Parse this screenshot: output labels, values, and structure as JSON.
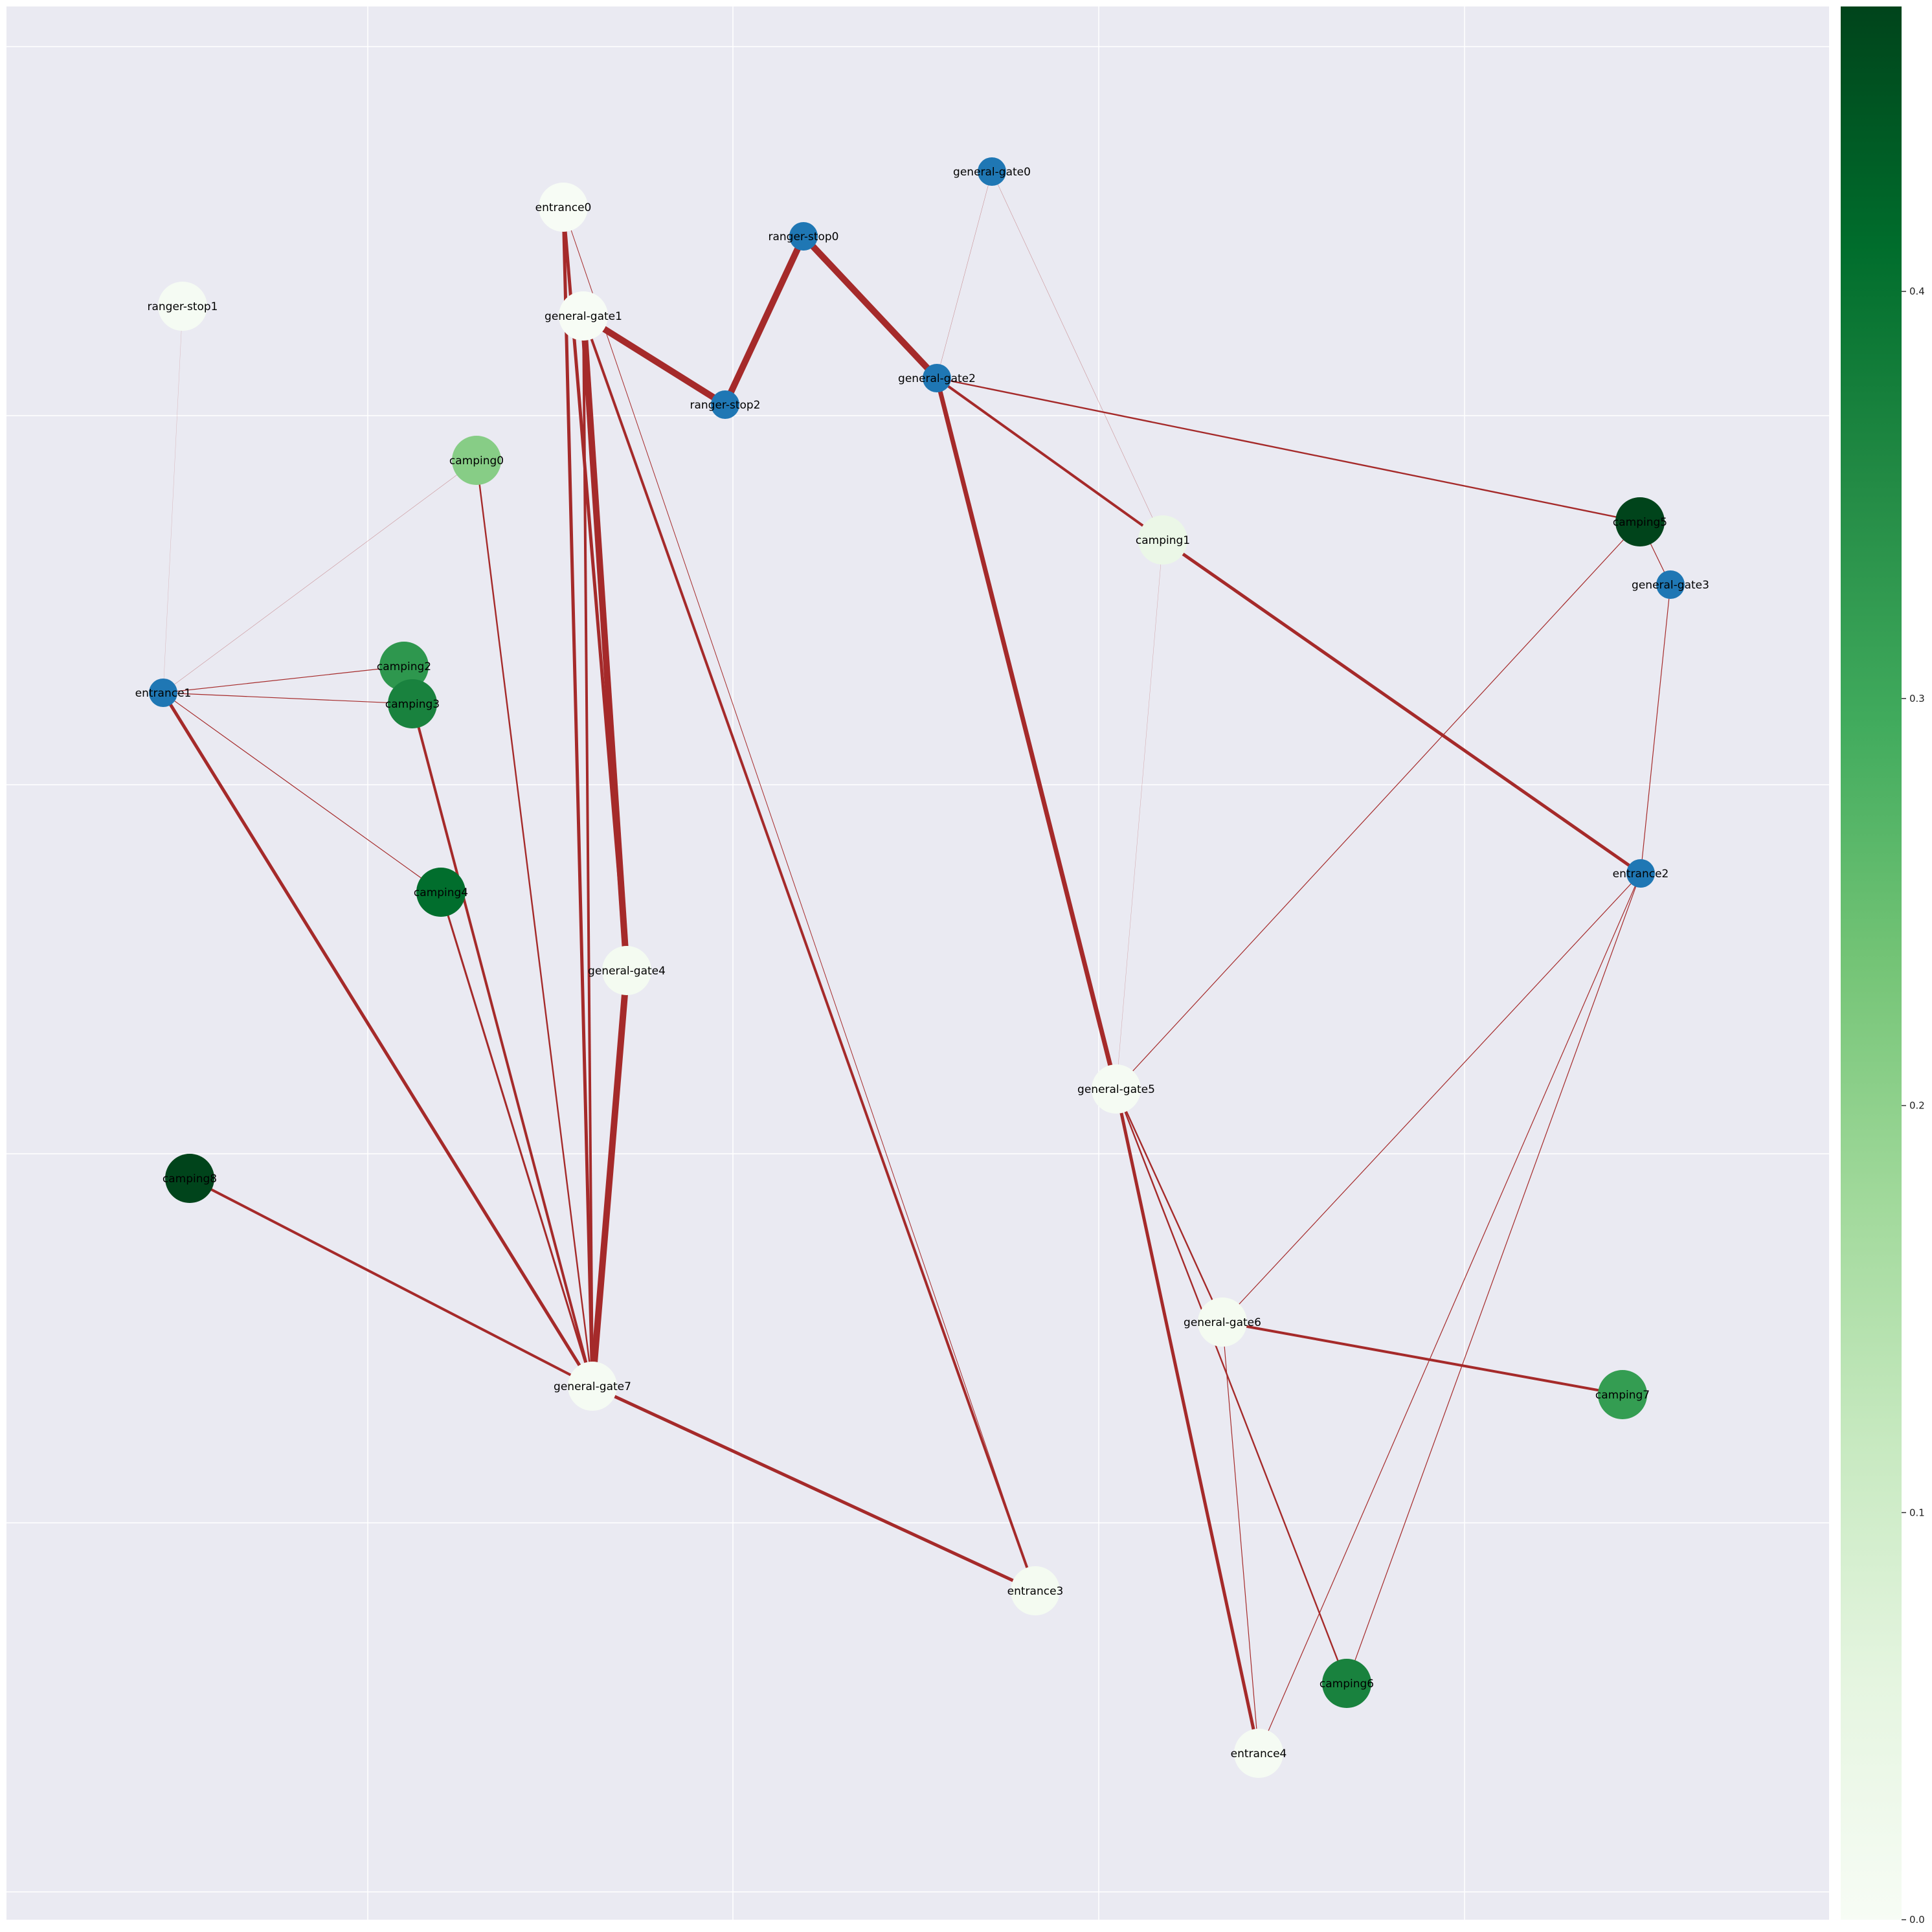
{
  "colors": {
    "background": "#eaeaf2",
    "grid": "#ffffff",
    "edge": "#a52a2a",
    "blue_node": "#1f77b4"
  },
  "graph": {
    "nodes": [
      {
        "id": "entrance0",
        "label": "entrance0",
        "value": 0.0
      },
      {
        "id": "ranger-stop1",
        "label": "ranger-stop1",
        "value": 0.005
      },
      {
        "id": "general-gate1",
        "label": "general-gate1",
        "value": 0.0
      },
      {
        "id": "general-gate0",
        "label": "general-gate0",
        "blue": true
      },
      {
        "id": "ranger-stop0",
        "label": "ranger-stop0",
        "blue": true
      },
      {
        "id": "ranger-stop2",
        "label": "ranger-stop2",
        "blue": true
      },
      {
        "id": "general-gate2",
        "label": "general-gate2",
        "blue": true
      },
      {
        "id": "camping0",
        "label": "camping0",
        "value": 0.21
      },
      {
        "id": "camping1",
        "label": "camping1",
        "value": 0.04
      },
      {
        "id": "camping5",
        "label": "camping5",
        "value": 0.47
      },
      {
        "id": "general-gate3",
        "label": "general-gate3",
        "blue": true
      },
      {
        "id": "entrance1",
        "label": "entrance1",
        "blue": true
      },
      {
        "id": "camping2",
        "label": "camping2",
        "value": 0.33
      },
      {
        "id": "camping3",
        "label": "camping3",
        "value": 0.37
      },
      {
        "id": "entrance2",
        "label": "entrance2",
        "blue": true
      },
      {
        "id": "camping4",
        "label": "camping4",
        "value": 0.41
      },
      {
        "id": "general-gate4",
        "label": "general-gate4",
        "value": 0.01
      },
      {
        "id": "general-gate5",
        "label": "general-gate5",
        "value": 0.005
      },
      {
        "id": "camping8",
        "label": "camping8",
        "value": 0.47
      },
      {
        "id": "general-gate6",
        "label": "general-gate6",
        "value": 0.01
      },
      {
        "id": "camping7",
        "label": "camping7",
        "value": 0.32
      },
      {
        "id": "general-gate7",
        "label": "general-gate7",
        "value": 0.005
      },
      {
        "id": "entrance3",
        "label": "entrance3",
        "value": 0.01
      },
      {
        "id": "camping6",
        "label": "camping6",
        "value": 0.37
      },
      {
        "id": "entrance4",
        "label": "entrance4",
        "value": 0.005
      }
    ],
    "edges": [
      {
        "source": "general-gate1",
        "target": "ranger-stop2",
        "weight": 5
      },
      {
        "source": "ranger-stop2",
        "target": "ranger-stop0",
        "weight": 5
      },
      {
        "source": "ranger-stop0",
        "target": "general-gate2",
        "weight": 5
      },
      {
        "source": "general-gate1",
        "target": "general-gate4",
        "weight": 5
      },
      {
        "source": "general-gate4",
        "target": "general-gate7",
        "weight": 5
      },
      {
        "source": "entrance0",
        "target": "general-gate4",
        "weight": 2.5
      },
      {
        "source": "entrance0",
        "target": "general-gate7",
        "weight": 2.5
      },
      {
        "source": "general-gate1",
        "target": "general-gate7",
        "weight": 2
      },
      {
        "source": "general-gate1",
        "target": "entrance3",
        "weight": 2
      },
      {
        "source": "entrance0",
        "target": "entrance3",
        "weight": 0.5
      },
      {
        "source": "general-gate2",
        "target": "general-gate5",
        "weight": 3.5
      },
      {
        "source": "general-gate2",
        "target": "camping1",
        "weight": 2
      },
      {
        "source": "general-gate2",
        "target": "camping5",
        "weight": 1.2
      },
      {
        "source": "general-gate0",
        "target": "general-gate2",
        "weight": 0.3
      },
      {
        "source": "general-gate0",
        "target": "camping1",
        "weight": 0.3
      },
      {
        "source": "camping1",
        "target": "entrance2",
        "weight": 2.5
      },
      {
        "source": "camping1",
        "target": "general-gate5",
        "weight": 0.2
      },
      {
        "source": "camping5",
        "target": "general-gate3",
        "weight": 0.6
      },
      {
        "source": "camping5",
        "target": "general-gate5",
        "weight": 0.6
      },
      {
        "source": "general-gate3",
        "target": "entrance2",
        "weight": 0.6
      },
      {
        "source": "entrance2",
        "target": "general-gate6",
        "weight": 0.6
      },
      {
        "source": "entrance2",
        "target": "camping6",
        "weight": 0.6
      },
      {
        "source": "entrance2",
        "target": "entrance4",
        "weight": 0.6
      },
      {
        "source": "ranger-stop1",
        "target": "entrance1",
        "weight": 0.15
      },
      {
        "source": "entrance1",
        "target": "camping0",
        "weight": 0.3
      },
      {
        "source": "entrance1",
        "target": "camping2",
        "weight": 0.6
      },
      {
        "source": "entrance1",
        "target": "camping3",
        "weight": 0.6
      },
      {
        "source": "entrance1",
        "target": "camping4",
        "weight": 0.6
      },
      {
        "source": "entrance1",
        "target": "general-gate7",
        "weight": 2.5
      },
      {
        "source": "camping0",
        "target": "general-gate7",
        "weight": 1.2
      },
      {
        "source": "camping3",
        "target": "general-gate7",
        "weight": 2
      },
      {
        "source": "camping4",
        "target": "general-gate7",
        "weight": 1.5
      },
      {
        "source": "camping8",
        "target": "general-gate7",
        "weight": 2
      },
      {
        "source": "general-gate7",
        "target": "entrance3",
        "weight": 2.5
      },
      {
        "source": "general-gate5",
        "target": "entrance4",
        "weight": 2.5
      },
      {
        "source": "general-gate5",
        "target": "general-gate6",
        "weight": 1.2
      },
      {
        "source": "general-gate5",
        "target": "camping6",
        "weight": 1.2
      },
      {
        "source": "general-gate6",
        "target": "camping7",
        "weight": 2
      },
      {
        "source": "general-gate6",
        "target": "entrance4",
        "weight": 0.6
      }
    ]
  },
  "colorbar": {
    "min": 0.0,
    "max": 0.47,
    "ticks": [
      {
        "value": 0.0,
        "label": "0.0"
      },
      {
        "value": 0.1,
        "label": "0.1"
      },
      {
        "value": 0.2,
        "label": "0.2"
      },
      {
        "value": 0.3,
        "label": "0.3"
      },
      {
        "value": 0.4,
        "label": "0.4"
      }
    ],
    "colormap": "Greens"
  }
}
